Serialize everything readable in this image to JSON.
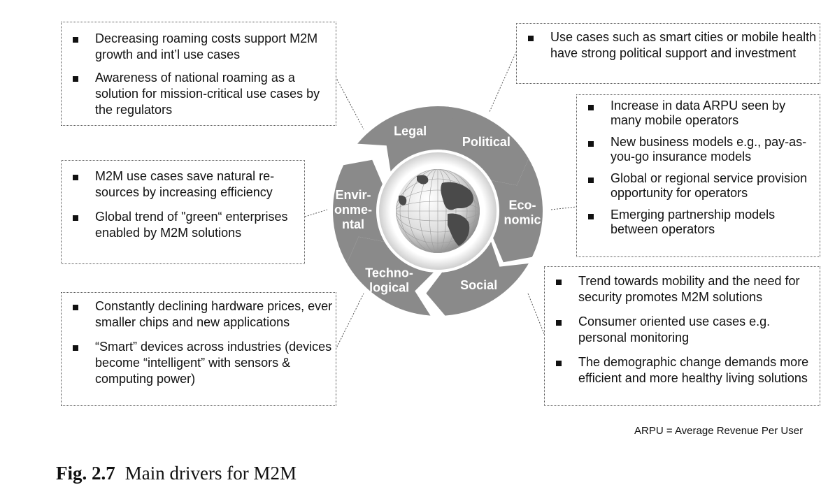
{
  "segments": [
    {
      "label_lines": [
        "Legal"
      ]
    },
    {
      "label_lines": [
        "Political"
      ]
    },
    {
      "label_lines": [
        "Eco-",
        "nomic"
      ]
    },
    {
      "label_lines": [
        "Social"
      ]
    },
    {
      "label_lines": [
        "Techno-",
        "logical"
      ]
    },
    {
      "label_lines": [
        "Envir-",
        "onme-",
        "ntal"
      ]
    }
  ],
  "boxes": {
    "legal": [
      "Decreasing roaming costs support M2M growth and int’l use cases",
      "Awareness of national roaming as a solution for mission-critical use cases by the regulators"
    ],
    "political": [
      "Use cases such as smart cities or mobile health have strong political support and investment"
    ],
    "economic": [
      "Increase in data ARPU seen by many mobile operators",
      "New business models e.g., pay-as-you-go insurance models",
      "Global or regional service provision opportunity for operators",
      "Emerging partnership models between operators"
    ],
    "environmental": [
      "M2M use cases save natural re-sources by increasing efficiency",
      "Global trend of \"green“ enterprises enabled by M2M solutions"
    ],
    "technological": [
      "Constantly declining hardware prices, ever smaller chips and new applications",
      "“Smart” devices across industries (devices become “intelligent” with sensors & computing power)"
    ],
    "social": [
      "Trend towards mobility and the need for security promotes M2M solutions",
      "Consumer oriented use cases e.g. personal monitoring",
      "The demographic change demands more efficient and more healthy living solutions"
    ]
  },
  "footnote": "ARPU = Average Revenue Per User",
  "caption": {
    "number": "Fig. 2.7",
    "text": "Main drivers for M2M"
  },
  "colors": {
    "segment": "#8a8a8a",
    "globe_land": "#4a4a4a",
    "globe_sea": "#e6e6e6"
  },
  "icons": {
    "center": "globe-icon"
  }
}
